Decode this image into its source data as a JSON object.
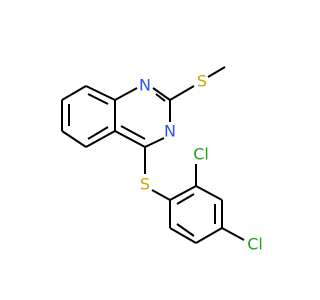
{
  "molecule": {
    "colors": {
      "bond": "#000000",
      "nitrogen": "#3050f8",
      "sulfur": "#c6a800",
      "chlorine": "#1fa01f"
    },
    "atoms": {
      "n1": "N",
      "n3": "N",
      "s_methyl": "S",
      "s_bridge": "S",
      "cl_ortho": "Cl",
      "cl_para": "Cl"
    }
  }
}
